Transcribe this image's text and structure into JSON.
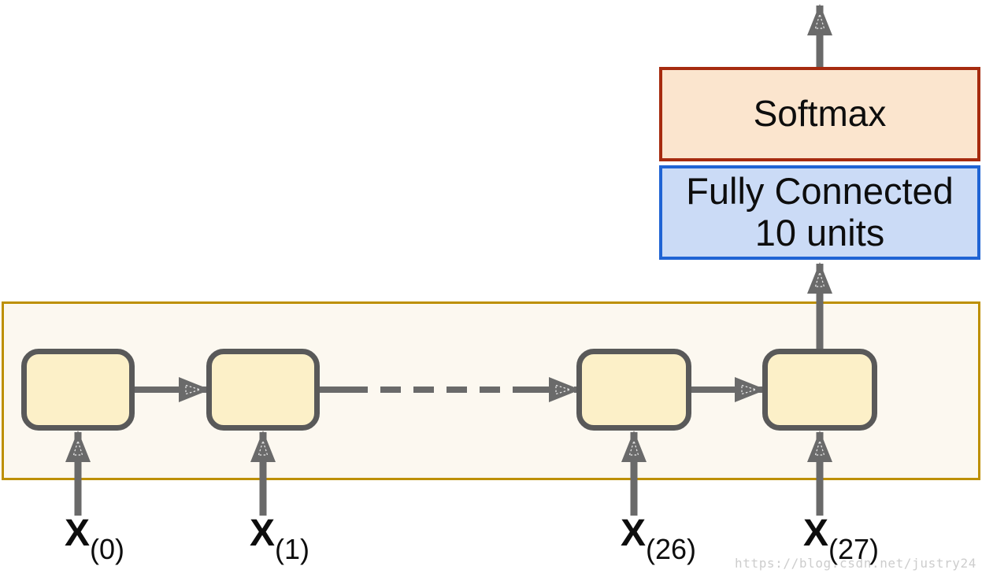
{
  "diagram": {
    "softmax": {
      "label": "Softmax"
    },
    "fully_connected": {
      "line1": "Fully Connected",
      "line2": "10 units"
    },
    "rnn_layer": {
      "cell_count": 4,
      "connection_style": "left-to-right, middle connection dashed (ellipsis over timesteps)"
    },
    "inputs": [
      {
        "base": "X",
        "subscript": "(0)"
      },
      {
        "base": "X",
        "subscript": "(1)"
      },
      {
        "base": "X",
        "subscript": "(26)"
      },
      {
        "base": "X",
        "subscript": "(27)"
      }
    ],
    "icons": {
      "output_arrow": "up-arrow-icon",
      "cell_to_fc_arrow": "up-arrow-icon",
      "cell_link_arrows": [
        "right-arrow-icon",
        "dashed-right-arrow-icon",
        "right-arrow-icon"
      ],
      "input_arrows": "up-arrow-icon"
    }
  },
  "watermark": {
    "text": "https://blog.csdn.net/justry24"
  },
  "colors": {
    "container_border": "#BD8F00",
    "container_fill": "#FCF8F0",
    "cell_border": "#595959",
    "cell_fill": "#FCF0C8",
    "arrow": "#6A6A6A",
    "softmax_border": "#A62B0F",
    "softmax_fill": "#FBE5CE",
    "fc_border": "#2064D4",
    "fc_fill": "#CBDBF6",
    "watermark": "#CDCDCD"
  }
}
